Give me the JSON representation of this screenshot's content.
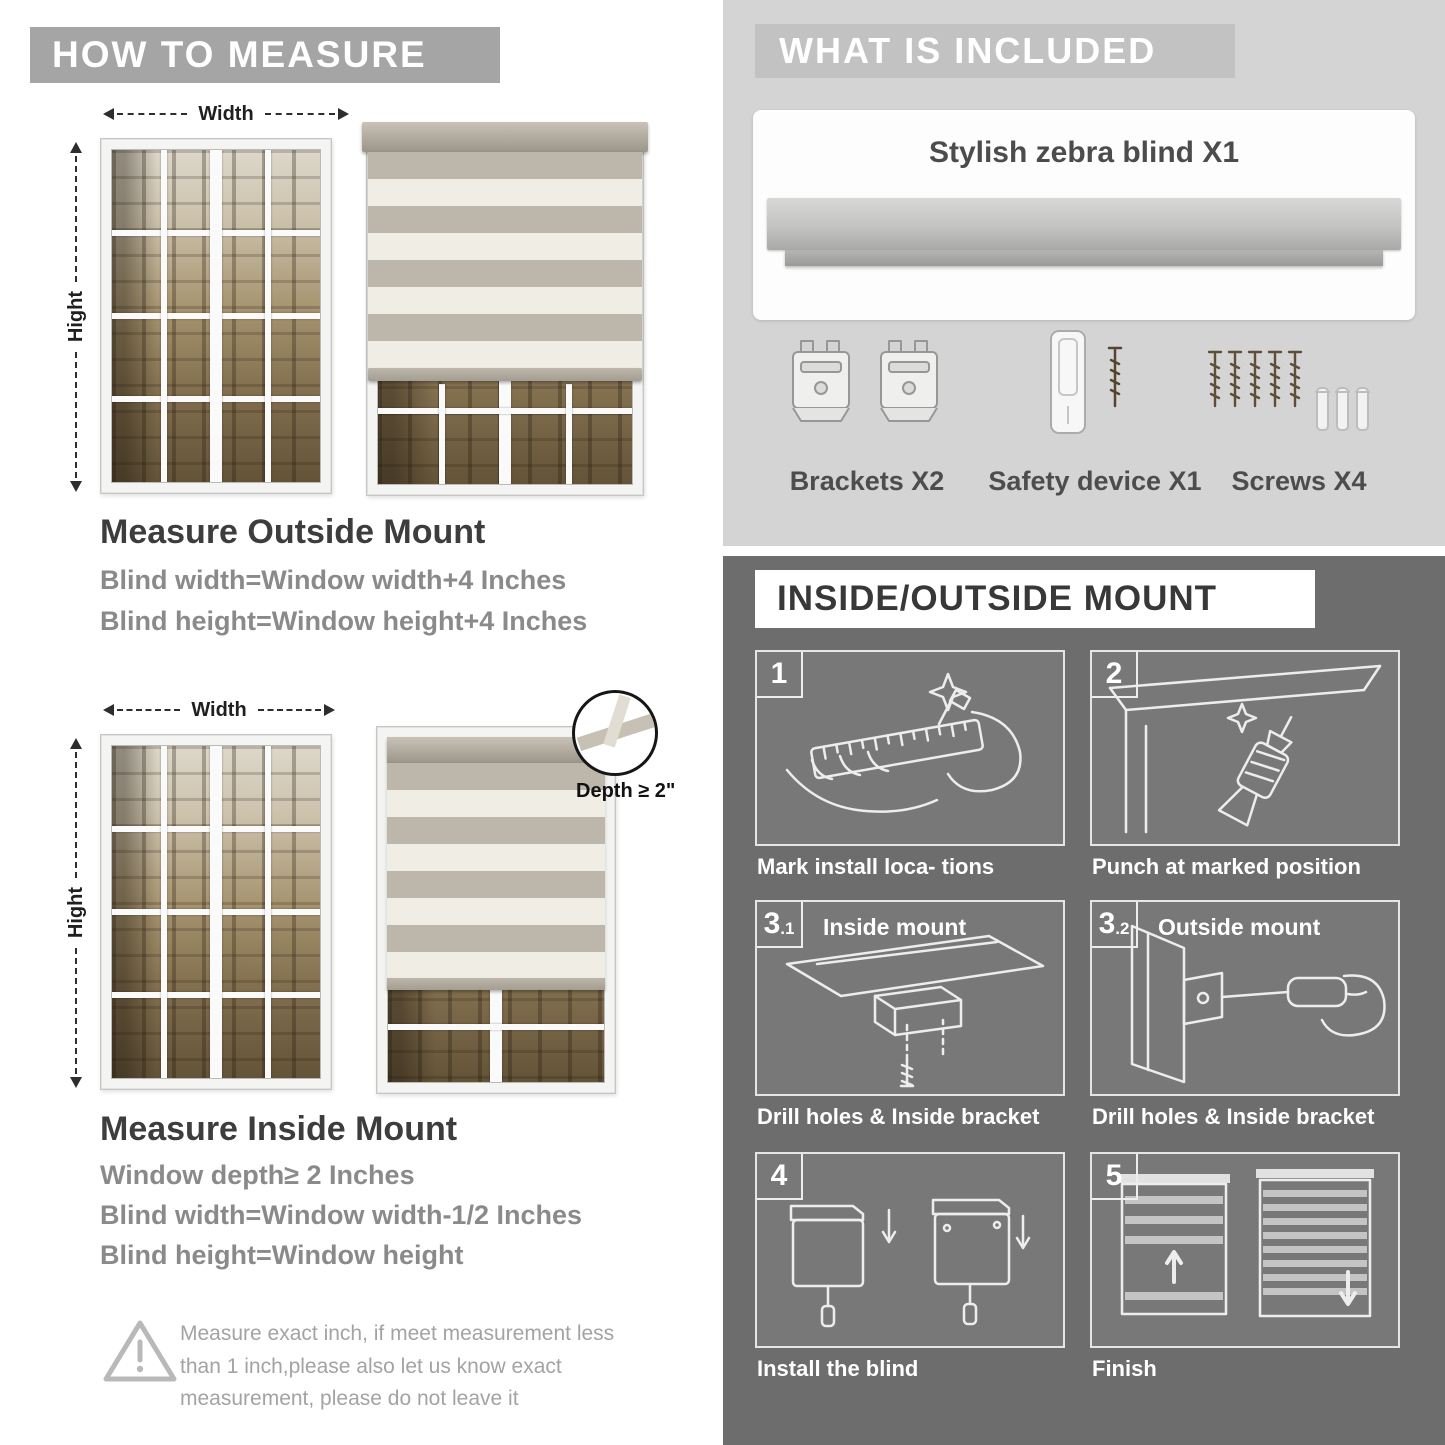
{
  "colors": {
    "left_banner": "#a5a5a5",
    "included_bg": "#d4d4d4",
    "included_banner": "#c2c2c2",
    "mount_bg": "#6d6d6d",
    "title_text": "#3d3d3d",
    "formula_text": "#8a8a8a"
  },
  "how_to_measure": {
    "header": "HOW TO MEASURE",
    "outside_mount": {
      "width_label": "Width",
      "height_label": "Hight",
      "title": "Measure Outside Mount",
      "lines": [
        "Blind width=Window width+4 Inches",
        "Blind height=Window height+4 Inches"
      ]
    },
    "inside_mount": {
      "width_label": "Width",
      "height_label": "Hight",
      "depth_label": "Depth ≥ 2\"",
      "title": "Measure Inside Mount",
      "lines": [
        "Window depth≥ 2 Inches",
        "Blind width=Window width-1/2 Inches",
        "Blind height=Window height"
      ]
    },
    "warning_text": "Measure exact inch, if meet measurement less than 1 inch,please also let us know exact measurement, please do not leave it"
  },
  "what_is_included": {
    "header": "WHAT IS INCLUDED",
    "product_label": "Stylish zebra blind X1",
    "items": [
      {
        "label": "Brackets X2"
      },
      {
        "label": "Safety device X1"
      },
      {
        "label": "Screws X4"
      }
    ]
  },
  "mount_guide": {
    "header": "INSIDE/OUTSIDE MOUNT",
    "steps": [
      {
        "num": "1",
        "caption": "Mark install loca- tions"
      },
      {
        "num": "2",
        "caption": "Punch at marked position"
      },
      {
        "num": "3",
        "sub": ".1",
        "title": "Inside mount",
        "caption": "Drill holes & Inside bracket"
      },
      {
        "num": "3",
        "sub": ".2",
        "title": "Outside mount",
        "caption": "Drill holes & Inside bracket"
      },
      {
        "num": "4",
        "caption": "Install the blind"
      },
      {
        "num": "5",
        "caption": "Finish"
      }
    ]
  }
}
